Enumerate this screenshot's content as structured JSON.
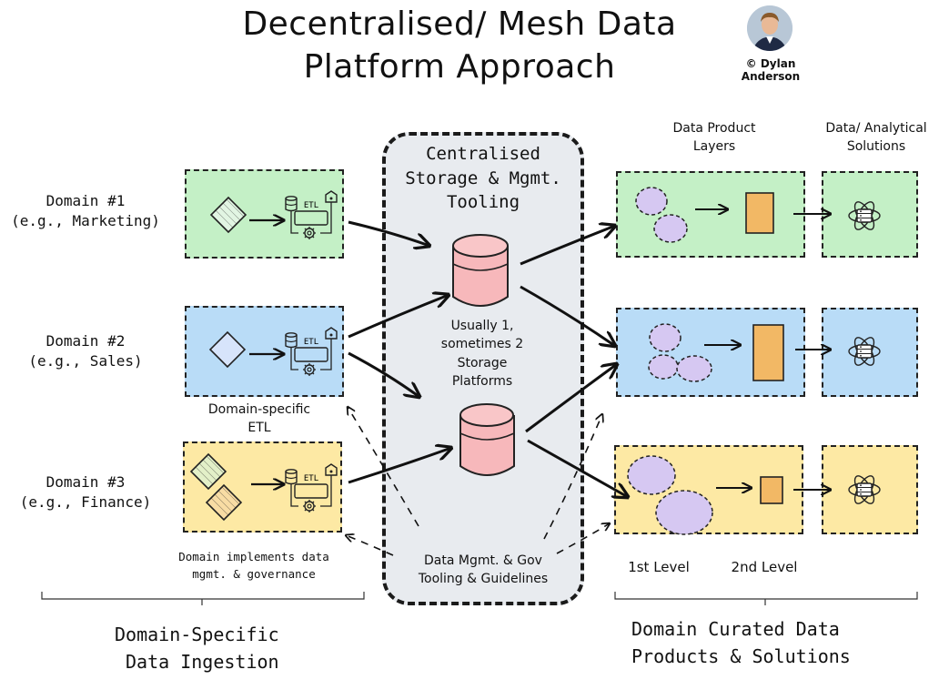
{
  "title": {
    "line1": "Decentralised/ Mesh Data",
    "line2": "Platform Approach"
  },
  "credit": {
    "line1": "© Dylan",
    "line2": "Anderson"
  },
  "domains": [
    {
      "name": "Domain #1",
      "example": "(e.g., Marketing)"
    },
    {
      "name": "Domain #2",
      "example": "(e.g., Sales)"
    },
    {
      "name": "Domain #3",
      "example": "(e.g., Finance)"
    }
  ],
  "etl_icon_label": "ETL",
  "domain_specific_etl": {
    "line1": "Domain-specific",
    "line2": "ETL"
  },
  "domain_governance": {
    "line1": "Domain implements data",
    "line2": "mgmt. & governance"
  },
  "central": {
    "title_line1": "Centralised",
    "title_line2": "Storage & Mgmt.",
    "title_line3": "Tooling",
    "storage_note_line1": "Usually 1,",
    "storage_note_line2": "sometimes 2",
    "storage_note_line3": "Storage",
    "storage_note_line4": "Platforms",
    "tooling_line1": "Data Mgmt. & Gov",
    "tooling_line2": "Tooling & Guidelines"
  },
  "column_headers": {
    "data_product_line1": "Data Product",
    "data_product_line2": "Layers",
    "solutions_line1": "Data/ Analytical",
    "solutions_line2": "Solutions"
  },
  "levels": {
    "first": "1st Level",
    "second": "2nd Level"
  },
  "sections": {
    "left_line1": "Domain-Specific",
    "left_line2": "Data Ingestion",
    "right_line1": "Domain Curated Data",
    "right_line2": "Products & Solutions"
  },
  "colors": {
    "green": "#c4f0c6",
    "blue": "#b9dcf7",
    "yellow": "#fde9a4",
    "storage": "#f7b8bb",
    "product_node": "#d6c8f2",
    "second_level": "#f2b865"
  }
}
